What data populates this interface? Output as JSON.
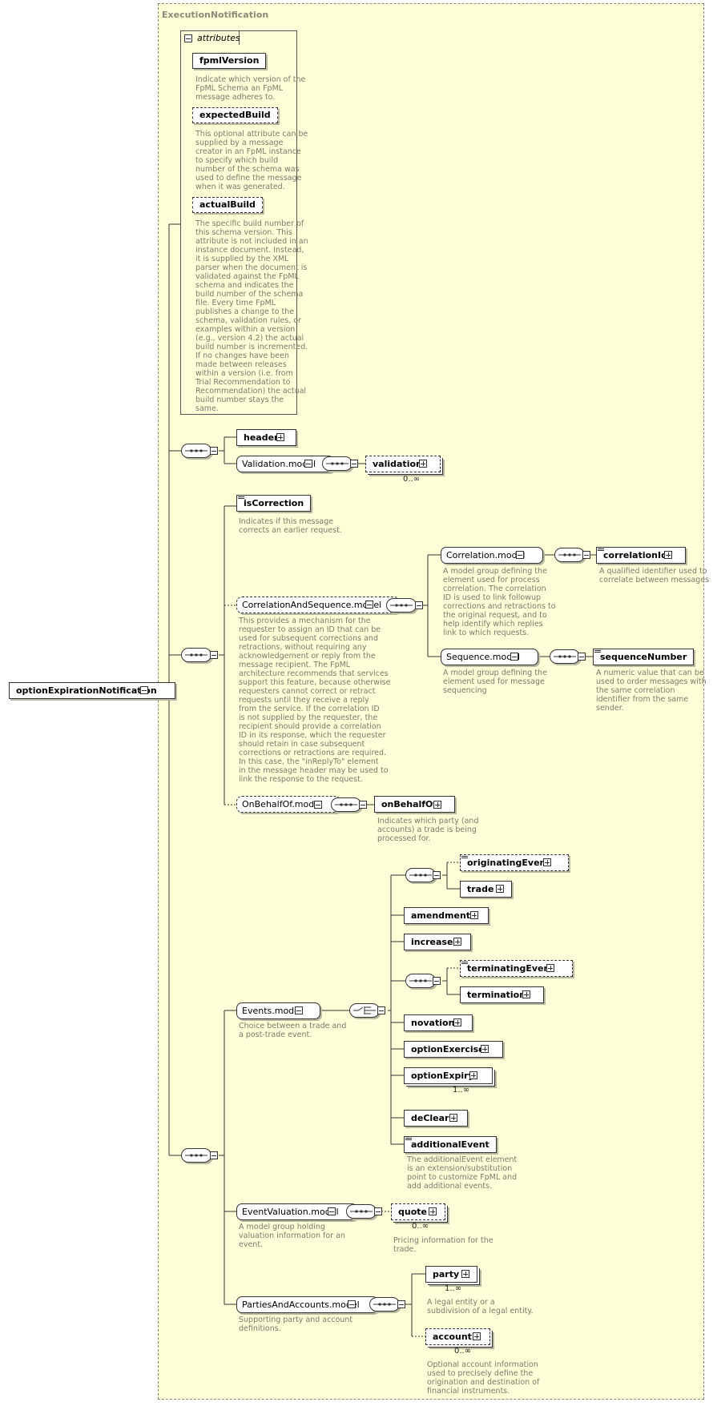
{
  "panel_title": "ExecutionNotification",
  "attributes_label": "attributes",
  "root": "optionExpirationNotification",
  "attrs": {
    "fpmlVersion": {
      "label": "fpmlVersion",
      "desc": "Indicate which version of the\nFpML Schema an FpML\nmessage adheres to."
    },
    "expectedBuild": {
      "label": "expectedBuild",
      "desc": "This optional attribute can be\nsupplied by a message\ncreator in an FpML instance\nto specify which build\nnumber of the schema was\nused to define the message\nwhen it was generated."
    },
    "actualBuild": {
      "label": "actualBuild",
      "desc": "The specific build number of\nthis schema version. This\nattribute is not included in an\ninstance document. Instead,\nit is supplied by the XML\nparser when the document is\nvalidated against the FpML\nschema and indicates the\nbuild number of the schema\nfile. Every time FpML\npublishes a change to the\nschema, validation rules, or\nexamples within a version\n(e.g., version 4.2) the actual\nbuild number is incremented.\nIf no changes have been\nmade between releases\nwithin a version (i.e. from\nTrial Recommendation to\nRecommendation) the actual\nbuild number stays the\nsame."
    }
  },
  "header": "header",
  "validation_model": "Validation.model",
  "validation": "validation",
  "validation_card": "0..∞",
  "isCorrection": {
    "label": "isCorrection",
    "desc": "Indicates if this message\ncorrects an earlier request."
  },
  "corrseq": {
    "label": "CorrelationAndSequence.model",
    "desc": "This provides a mechanism for the\nrequester to assign an ID that can be\nused for subsequent corrections and\nretractions, without requiring any\nacknowledgement or reply from the\nmessage recipient. The FpML\narchitecture recommends that services\nsupport this feature, because otherwise\nrequesters cannot correct or retract\nrequests until they receive a reply\nfrom the service. If the correlation ID\nis not supplied by the requester, the\nrecipient should provide a correlation\nID in its response, which the requester\nshould retain in case subsequent\ncorrections or retractions are required.\nIn this case, the \"inReplyTo\" element\nin the message header may be used to\nlink the response to the request."
  },
  "correlation_model": {
    "label": "Correlation.model",
    "desc": "A model group defining the\nelement used for process\ncorrelation. The correlation\nID is used to link followup\ncorrections and retractions to\nthe original request, and to\nhelp identify which replies\nlink to which requests."
  },
  "correlationId": {
    "label": "correlationId",
    "desc": "A qualified identifier used to\ncorrelate between messages"
  },
  "sequence_model": {
    "label": "Sequence.model",
    "desc": "A model group defining the\nelement used for message\nsequencing"
  },
  "sequenceNumber": {
    "label": "sequenceNumber",
    "desc": "A numeric value that can be\nused to order messages with\nthe same correlation\nidentifier from the same\nsender."
  },
  "onbehalf_model": "OnBehalfOf.model",
  "onBehalfOf": {
    "label": "onBehalfOf",
    "desc": "Indicates which party (and\naccounts) a trade is being\nprocessed for."
  },
  "events_model": {
    "label": "Events.model",
    "desc": "Choice between a trade and\na post-trade event."
  },
  "events": {
    "originatingEvent": "originatingEvent",
    "trade": "trade",
    "amendment": "amendment",
    "increase": "increase",
    "terminatingEvent": "terminatingEvent",
    "termination": "termination",
    "novation": "novation",
    "optionExercise": "optionExercise",
    "optionExpiry": "optionExpiry",
    "optionExpiry_card": "1..∞",
    "deClear": "deClear",
    "additionalEvent": "additionalEvent",
    "additionalEvent_desc": "The additionalEvent element\nis an extension/substitution\npoint to customize FpML and\nadd additional events."
  },
  "eventvaluation_model": {
    "label": "EventValuation.model",
    "desc": "A model group holding\nvaluation information for an\nevent."
  },
  "quote": {
    "label": "quote",
    "card": "0..∞",
    "desc": "Pricing information for the\ntrade."
  },
  "parties_model": {
    "label": "PartiesAndAccounts.model",
    "desc": "Supporting party and account\ndefinitions."
  },
  "party": {
    "label": "party",
    "card": "1..∞",
    "desc": "A legal entity or a\nsubdivision of a legal entity."
  },
  "account": {
    "label": "account",
    "card": "0..∞",
    "desc": "Optional account information\nused to precisely define the\norigination and destination of\nfinancial instruments."
  }
}
